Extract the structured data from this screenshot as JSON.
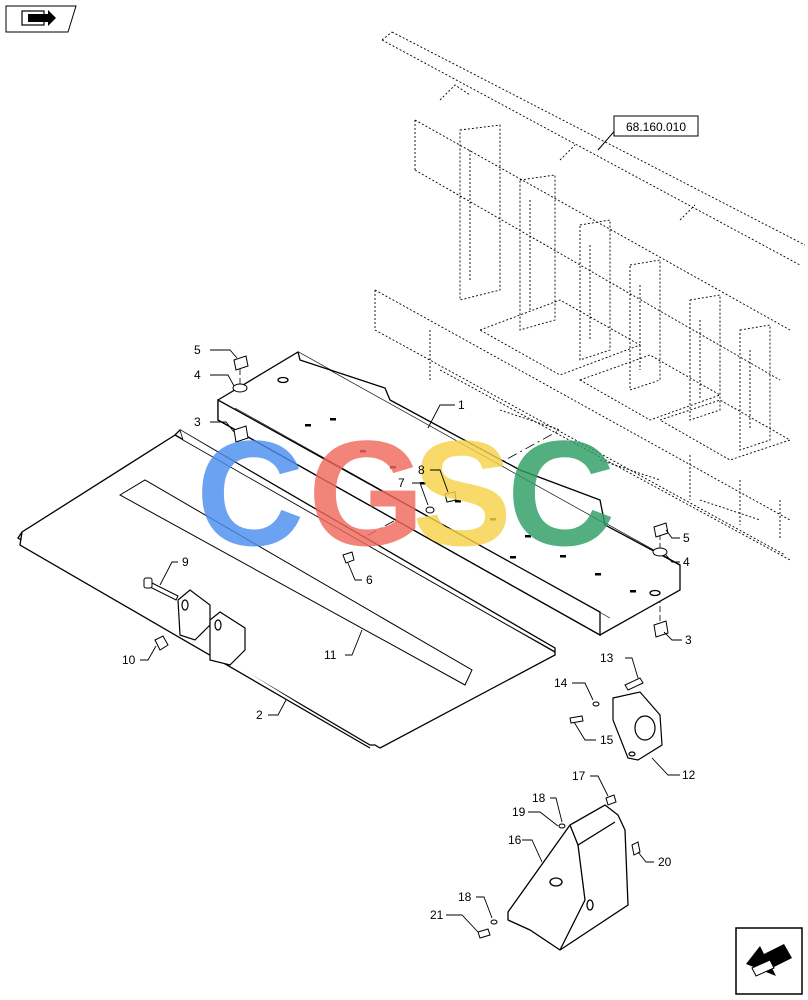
{
  "reference_tag": "68.160.010",
  "colors": {
    "line": "#000000",
    "watermark_c1": "#4d8ef0",
    "watermark_g": "#f06a5e",
    "watermark_s": "#f7d24a",
    "watermark_c2": "#2e9e64"
  },
  "watermark": {
    "l1": "C",
    "l2": "G",
    "l3": "S",
    "l4": "C"
  },
  "icons": {
    "top_left": "book-arrow-icon",
    "bottom_right": "next-page-arrow-icon"
  },
  "callouts": {
    "c1": "1",
    "c2": "2",
    "c3a": "3",
    "c3b": "3",
    "c4a": "4",
    "c4b": "4",
    "c5a": "5",
    "c5b": "5",
    "c6": "6",
    "c7": "7",
    "c8": "8",
    "c9": "9",
    "c10": "10",
    "c11": "11",
    "c12": "12",
    "c13": "13",
    "c14": "14",
    "c15": "15",
    "c16": "16",
    "c17": "17",
    "c18a": "18",
    "c18b": "18",
    "c19": "19",
    "c20": "20",
    "c21": "21"
  }
}
